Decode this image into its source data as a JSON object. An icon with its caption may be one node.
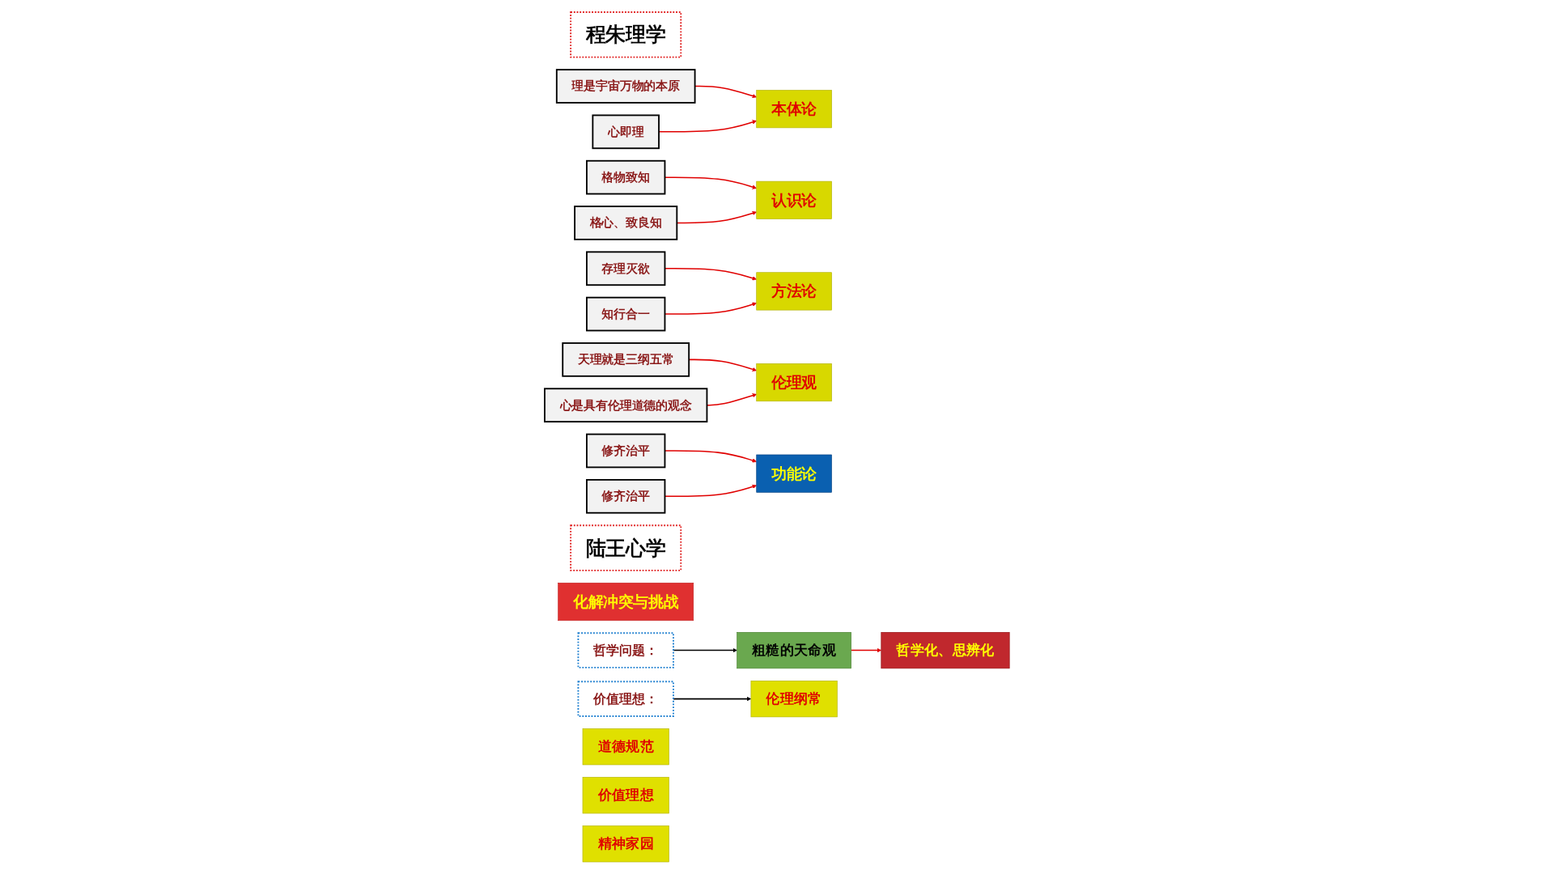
{
  "diagram": {
    "nodes": [
      {
        "text": [
          "程朱理学"
        ]
      },
      {
        "text": [
          "理是宇宙万物的本原"
        ]
      },
      {
        "text": [
          "本体论"
        ]
      },
      {
        "text": [
          "心即理"
        ]
      },
      {
        "text": [
          "格物致知"
        ]
      },
      {
        "text": [
          "认识论"
        ]
      },
      {
        "text": [
          "格心、致良知"
        ]
      },
      {
        "text": [
          "存理灭欲"
        ]
      },
      {
        "text": [
          "方法论"
        ]
      },
      {
        "text": [
          "知行合一"
        ]
      },
      {
        "text": [
          "天理就是三纲五常"
        ]
      },
      {
        "text": [
          "伦理观"
        ]
      },
      {
        "text": [
          "心是具有伦理道德的观念"
        ]
      },
      {
        "text": [
          "修齐治平"
        ]
      },
      {
        "text": [
          "功能论"
        ]
      },
      {
        "text": [
          "修齐治平"
        ]
      },
      {
        "text": [
          "陆王心学"
        ]
      },
      {
        "text": [
          "化解冲突与挑战"
        ]
      },
      {
        "text": [
          "哲学问题："
        ]
      },
      {
        "text": [
          "粗糙的天命观"
        ]
      },
      {
        "text": [
          "哲学化、思辨化"
        ]
      },
      {
        "text": [
          "价值理想："
        ]
      },
      {
        "text": [
          "伦理纲常"
        ]
      },
      {
        "text": [
          "道德规范"
        ]
      },
      {
        "text": [
          "价值理想"
        ]
      },
      {
        "text": [
          "精神家园"
        ]
      }
    ],
    "edges": [
      {
        "from": 1,
        "to": 2,
        "arrow": "to"
      },
      {
        "from": 3,
        "to": 2,
        "arrow": "to"
      },
      {
        "from": 4,
        "to": 5,
        "arrow": "to"
      },
      {
        "from": 6,
        "to": 5,
        "arrow": "to"
      },
      {
        "from": 7,
        "to": 8,
        "arrow": "to"
      },
      {
        "from": 9,
        "to": 8,
        "arrow": "to"
      },
      {
        "from": 10,
        "to": 11,
        "arrow": "to"
      },
      {
        "from": 12,
        "to": 11,
        "arrow": "to"
      },
      {
        "from": 13,
        "to": 14,
        "arrow": "to"
      },
      {
        "from": 15,
        "to": 14,
        "arrow": "to"
      },
      {
        "from": 18,
        "to": 19,
        "arrow": "to",
        "color": "#000000"
      },
      {
        "from": 19,
        "to": 20,
        "arrow": "to"
      },
      {
        "from": 21,
        "to": 22,
        "arrow": "to",
        "color": "#000000"
      }
    ]
  }
}
